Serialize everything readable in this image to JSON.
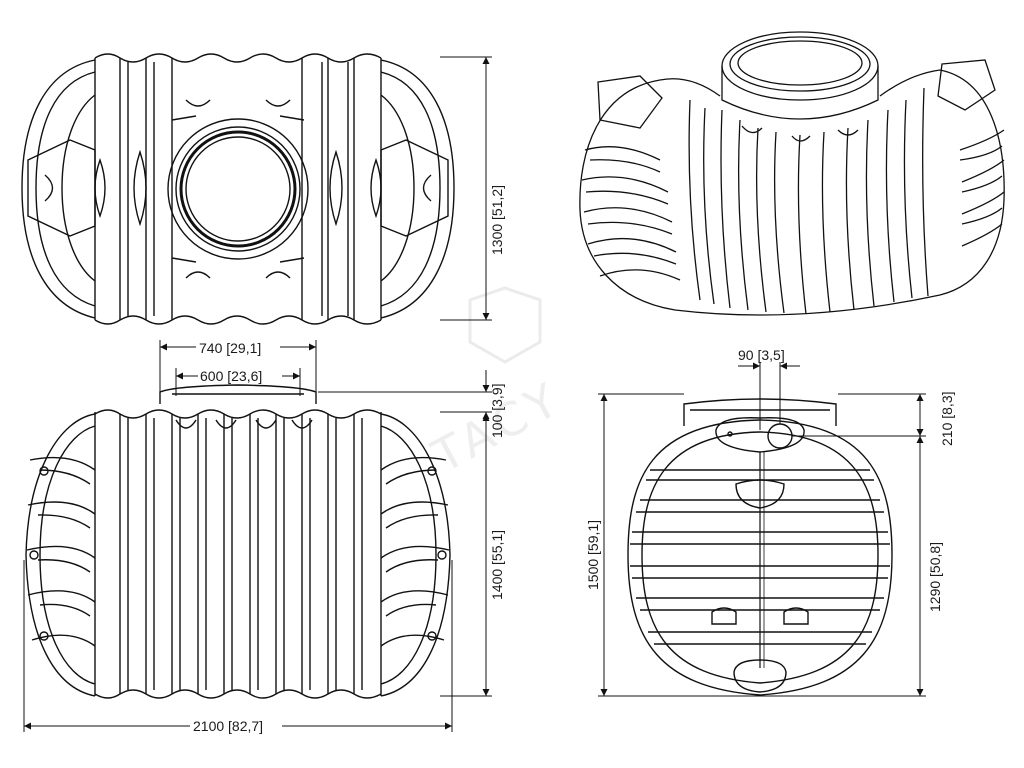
{
  "drawing": {
    "dimensions": {
      "top_height": "1300 [51,2]",
      "outer_opening": "740 [29,1]",
      "inner_opening": "600 [23,6]",
      "neck_height": "100 [3,9]",
      "body_height": "1400 [55,1]",
      "length": "2100 [82,7]",
      "inlet_offset": "90 [3,5]",
      "inlet_top": "210 [8,3]",
      "total_height": "1500 [59,1]",
      "inlet_height": "1290 [50,8]"
    },
    "watermark": "TACY"
  },
  "colors": {
    "line": "#111111",
    "dim_text": "#1a1a1a",
    "watermark": "#cfcfcf"
  }
}
